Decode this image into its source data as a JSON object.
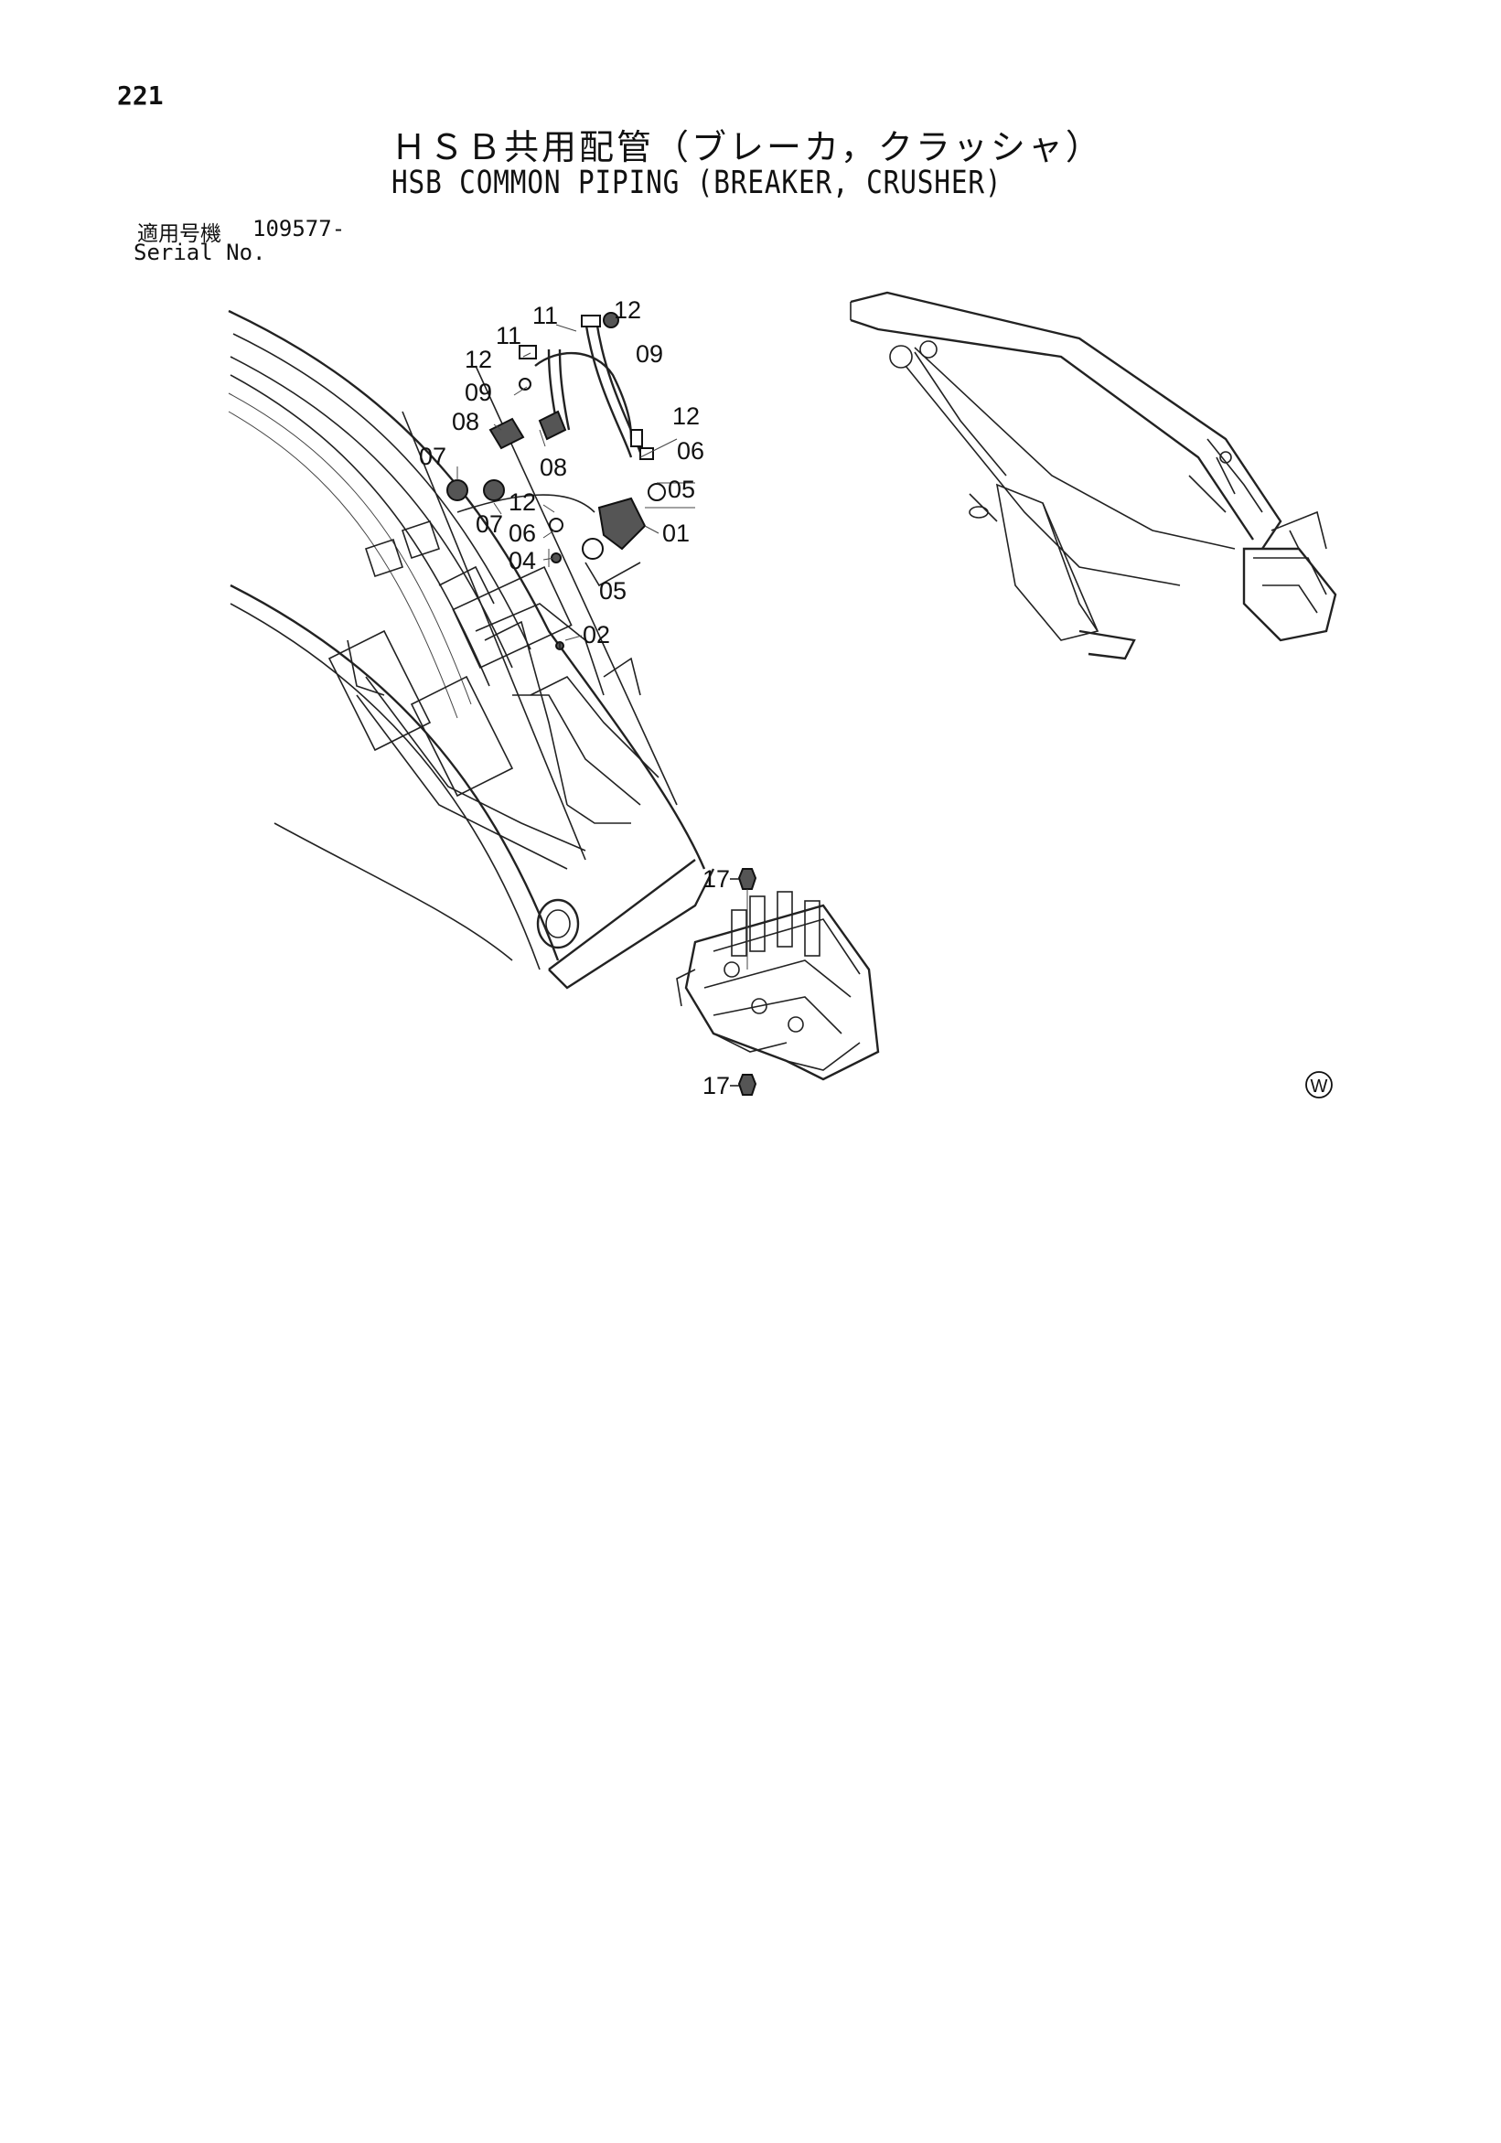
{
  "page_number": "221",
  "title_ja": "ＨＳＢ共用配管（ブレーカ，クラッシャ）",
  "title_en": "HSB COMMON PIPING (BREAKER, CRUSHER)",
  "serial_label_ja": "適用号機",
  "serial_label_en": "Serial No.",
  "serial_value": "109577-",
  "part_labels": [
    "11",
    "12",
    "11",
    "09",
    "12",
    "09",
    "08",
    "12",
    "07",
    "06",
    "08",
    "05",
    "07",
    "12",
    "06",
    "01",
    "04",
    "05",
    "02",
    "17",
    "17"
  ],
  "stamp": "W"
}
